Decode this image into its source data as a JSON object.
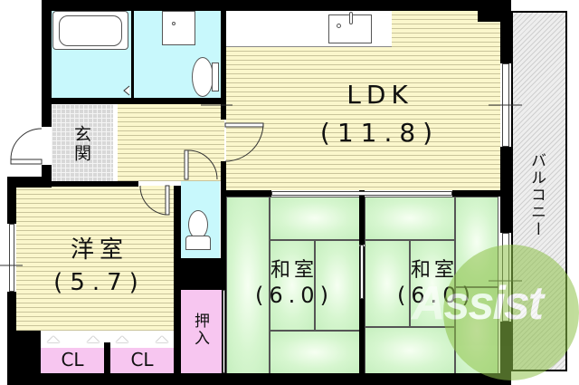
{
  "floor_plan": {
    "rooms": {
      "ldk": {
        "name": "LDK",
        "size": "(11.8)"
      },
      "western_room": {
        "name": "洋室",
        "size": "(5.7)"
      },
      "japanese_room_1": {
        "name": "和室",
        "size": "(6.0)"
      },
      "japanese_room_2": {
        "name": "和室",
        "size": "(6.0)"
      },
      "entrance": {
        "name": "玄関"
      },
      "balcony": {
        "name": "バルコニー"
      },
      "oshiire": {
        "name": "押入"
      },
      "closet_1": {
        "name": "CL"
      },
      "closet_2": {
        "name": "CL"
      }
    },
    "colors": {
      "wood_floor": "#fbf7cc",
      "wet_area": "#c8f8fc",
      "tatami": "#d6f6cf",
      "closet": "#f7c6f0",
      "entrance_tile": "#d8d8d8",
      "balcony": "#eeeeee",
      "wall": "#000000",
      "watermark": "#8fc24a"
    },
    "watermark": {
      "text": "Assist"
    }
  }
}
